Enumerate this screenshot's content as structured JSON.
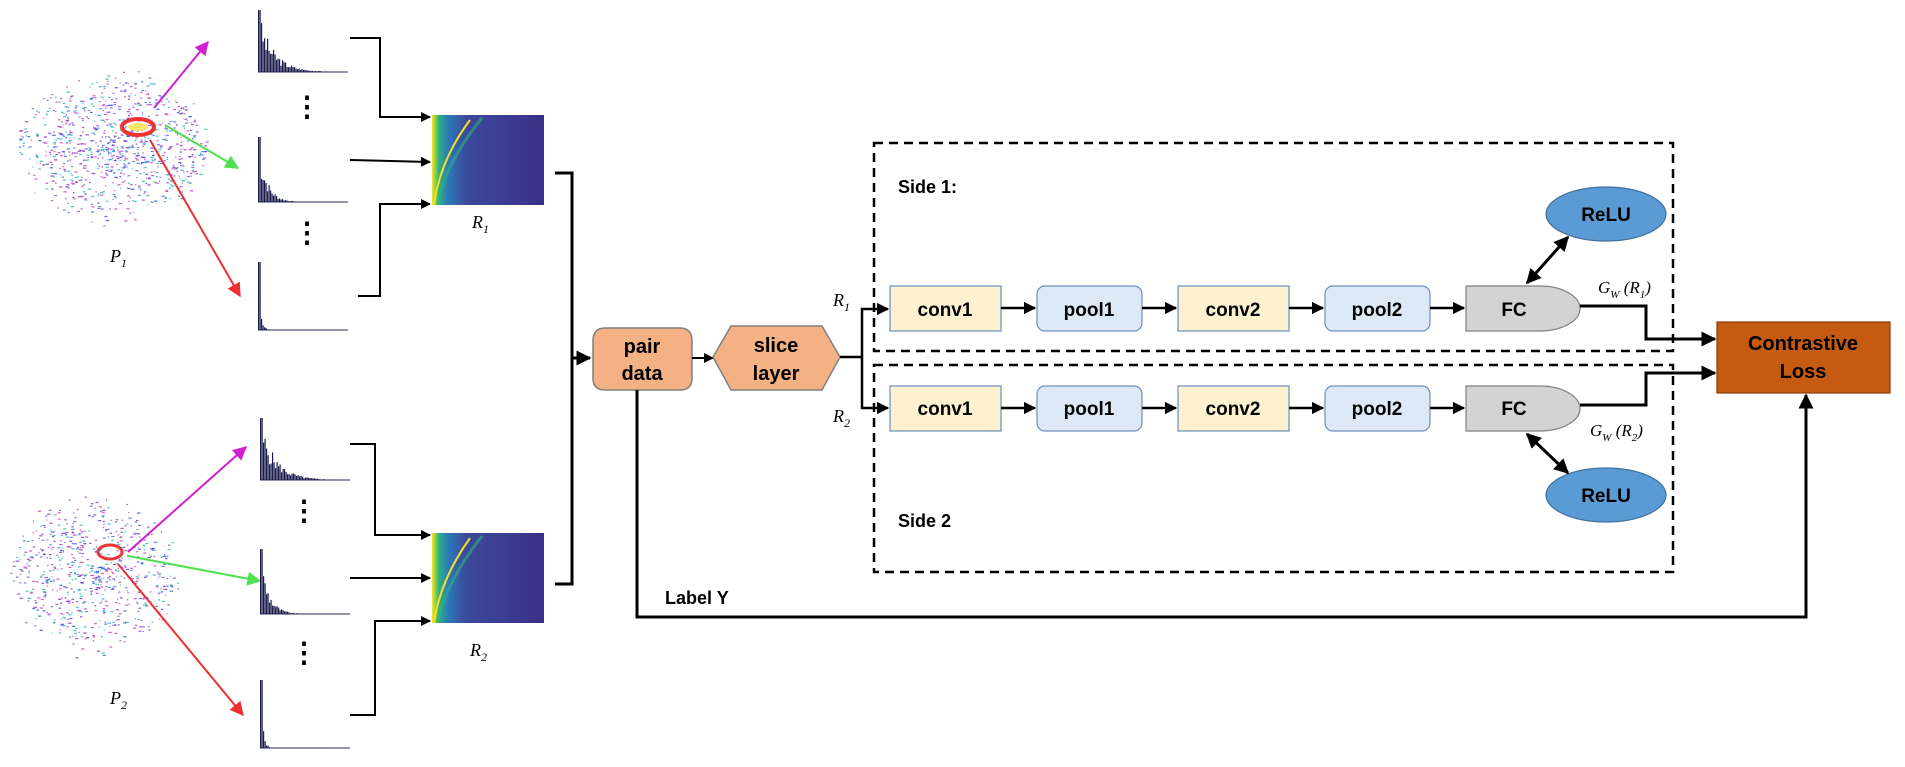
{
  "inputs": {
    "cloud1": "P1",
    "cloud2": "P2",
    "image1": "R1",
    "image2": "R2",
    "dots": "⋮"
  },
  "pipeline": {
    "pair_data": [
      "pair",
      "data"
    ],
    "slice_layer": [
      "slice",
      "layer"
    ],
    "branch_r1": "R1",
    "branch_r2": "R2"
  },
  "side1": {
    "title": "Side 1:",
    "blocks": [
      "conv1",
      "pool1",
      "conv2",
      "pool2",
      "FC"
    ],
    "relu": "ReLU",
    "output": "GW (R1)"
  },
  "side2": {
    "title": "Side 2",
    "blocks": [
      "conv1",
      "pool1",
      "conv2",
      "pool2",
      "FC"
    ],
    "relu": "ReLU",
    "output": "GW (R2)"
  },
  "loss": [
    "Contrastive",
    "Loss"
  ],
  "label": "Label Y",
  "colors": {
    "conv": "#fdf1cf",
    "pool": "#dde9f6",
    "fc": "#d3d3d3",
    "relu": "#5b9bd5",
    "orange_shape": "#f4b183",
    "loss": "#c55a11"
  }
}
